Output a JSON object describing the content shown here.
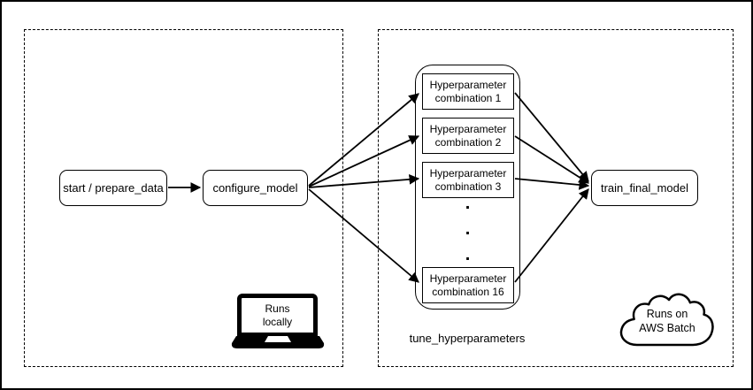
{
  "diagram": {
    "regions": {
      "local": {
        "annotation": {
          "icon": "laptop-icon",
          "line1": "Runs",
          "line2": "locally"
        }
      },
      "batch": {
        "annotation": {
          "icon": "cloud-icon",
          "line1": "Runs on",
          "line2": "AWS Batch"
        }
      }
    },
    "nodes": {
      "start": {
        "label": "start / prepare_data"
      },
      "configure": {
        "label": "configure_model"
      },
      "train": {
        "label": "train_final_model"
      }
    },
    "tune_group": {
      "label": "tune_hyperparameters",
      "boxes": [
        {
          "line1": "Hyperparameter",
          "line2": "combination 1"
        },
        {
          "line1": "Hyperparameter",
          "line2": "combination 2"
        },
        {
          "line1": "Hyperparameter",
          "line2": "combination 3"
        },
        {
          "line1": "Hyperparameter",
          "line2": "combination 16"
        }
      ],
      "ellipsis": [
        ".",
        ".",
        "."
      ]
    },
    "colors": {
      "stroke": "#000000",
      "background": "#ffffff"
    }
  }
}
